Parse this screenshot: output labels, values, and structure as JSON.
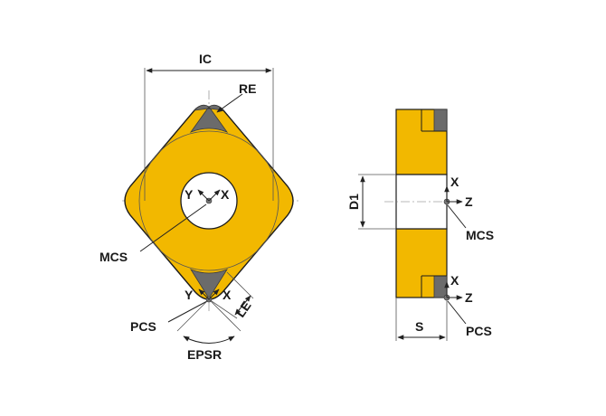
{
  "colors": {
    "insert_body": "#f2b800",
    "insert_edge": "#1c1c1c",
    "cutting_tip": "#6b6b6b",
    "cutting_tip_dark": "#3a3a3a"
  },
  "labels": {
    "ic": "IC",
    "re": "RE",
    "mcs_left": "MCS",
    "pcs_left": "PCS",
    "le": "LE",
    "epsr": "EPSR",
    "y_center": "Y",
    "x_center": "X",
    "y_tip": "Y",
    "x_tip": "X",
    "d1": "D1",
    "s": "S",
    "x_side_mid": "X",
    "z_side_mid": "Z",
    "mcs_right": "MCS",
    "x_side_bot": "X",
    "z_side_bot": "Z",
    "pcs_right": "PCS"
  }
}
